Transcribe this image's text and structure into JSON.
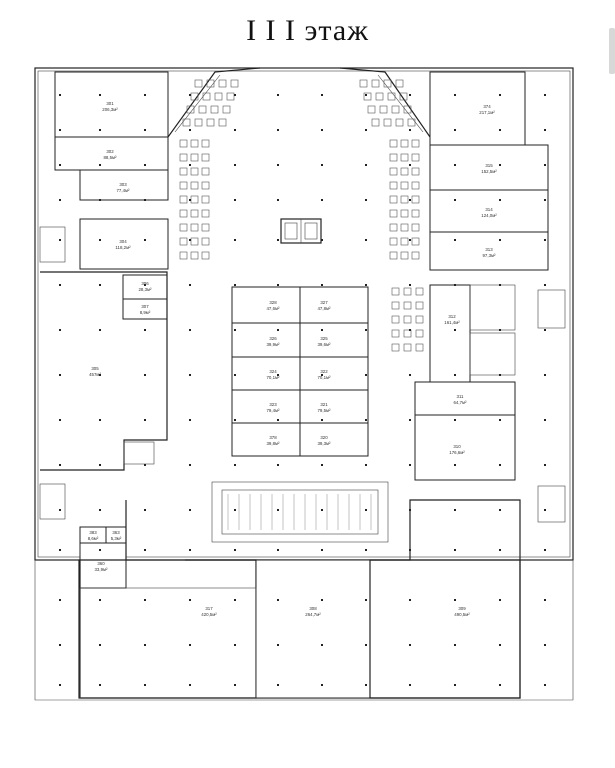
{
  "title": "I I I этаж",
  "rooms": [
    {
      "id": "r301",
      "num": "301",
      "area": "206,3м²"
    },
    {
      "id": "r302",
      "num": "302",
      "area": "88,5м²"
    },
    {
      "id": "r303",
      "num": "303",
      "area": "77,4м²"
    },
    {
      "id": "r304",
      "num": "304",
      "area": "118,2м²"
    },
    {
      "id": "r306",
      "num": "306",
      "area": "28,3м²"
    },
    {
      "id": "r307",
      "num": "307",
      "area": "8,9м²"
    },
    {
      "id": "r305",
      "num": "305",
      "area": "457м²"
    },
    {
      "id": "r374",
      "num": "374",
      "area": "217,1м²"
    },
    {
      "id": "r315",
      "num": "315",
      "area": "152,5м²"
    },
    {
      "id": "r314",
      "num": "314",
      "area": "124,0м²"
    },
    {
      "id": "r313",
      "num": "313",
      "area": "97,3м²"
    },
    {
      "id": "r312",
      "num": "312",
      "area": "161,4м²"
    },
    {
      "id": "r311",
      "num": "311",
      "area": "64,7м²"
    },
    {
      "id": "r310",
      "num": "310",
      "area": "176,6м²"
    },
    {
      "id": "r328",
      "num": "328",
      "area": "47,6м²"
    },
    {
      "id": "r327",
      "num": "327",
      "area": "47,8м²"
    },
    {
      "id": "r326",
      "num": "326",
      "area": "39,9м²"
    },
    {
      "id": "r325",
      "num": "325",
      "area": "39,6м²"
    },
    {
      "id": "r324",
      "num": "324",
      "area": "70,1м²"
    },
    {
      "id": "r322",
      "num": "322",
      "area": "70,1м²"
    },
    {
      "id": "r323",
      "num": "323",
      "area": "79,4м²"
    },
    {
      "id": "r321",
      "num": "321",
      "area": "79,5м²"
    },
    {
      "id": "r378",
      "num": "378",
      "area": "39,8м²"
    },
    {
      "id": "r320",
      "num": "320",
      "area": "39,3м²"
    },
    {
      "id": "r383",
      "num": "383",
      "area": "8,6м²"
    },
    {
      "id": "r363",
      "num": "363",
      "area": "5,3м²"
    },
    {
      "id": "r360",
      "num": "360",
      "area": "33,9м²"
    },
    {
      "id": "r317",
      "num": "317",
      "area": "420,5м²"
    },
    {
      "id": "r308",
      "num": "308",
      "area": "264,7м²"
    },
    {
      "id": "r309",
      "num": "309",
      "area": "490,5м²"
    }
  ]
}
